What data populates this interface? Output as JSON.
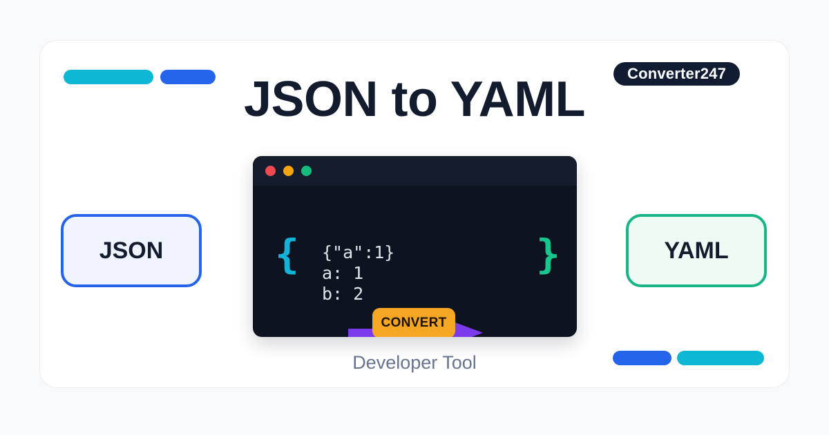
{
  "page": {
    "background_color": "#f7f9fb",
    "card_background": "#ffffff"
  },
  "header": {
    "title": "JSON to YAML",
    "brand_badge": "Converter247"
  },
  "decorations": {
    "top_left_pills": [
      {
        "name": "cyan-pill",
        "color": "#0eb8d4"
      },
      {
        "name": "blue-pill",
        "color": "#2563eb"
      }
    ],
    "bottom_right_pills": [
      {
        "name": "blue-pill",
        "color": "#2563eb"
      },
      {
        "name": "cyan-pill",
        "color": "#0eb8d4"
      }
    ]
  },
  "formats": {
    "source": {
      "label": "JSON",
      "border_color": "#2563eb",
      "fill_color": "#eff4fe"
    },
    "target": {
      "label": "YAML",
      "border_color": "#17b486",
      "fill_color": "#eefbf4"
    }
  },
  "code_window": {
    "traffic_lights": [
      {
        "name": "close",
        "color": "#ef4a52"
      },
      {
        "name": "minimize",
        "color": "#f6a609"
      },
      {
        "name": "maximize",
        "color": "#14bd7e"
      }
    ],
    "brace_open": "{",
    "brace_open_color": "#12b5d8",
    "brace_close": "}",
    "brace_close_color": "#17c58d",
    "code_lines": "{\"a\":1}\na: 1\nb: 2",
    "convert_button": "CONVERT",
    "convert_button_color": "#f5a623",
    "arrow_color": "#7c3aed"
  },
  "footer": {
    "caption": "Developer Tool"
  }
}
